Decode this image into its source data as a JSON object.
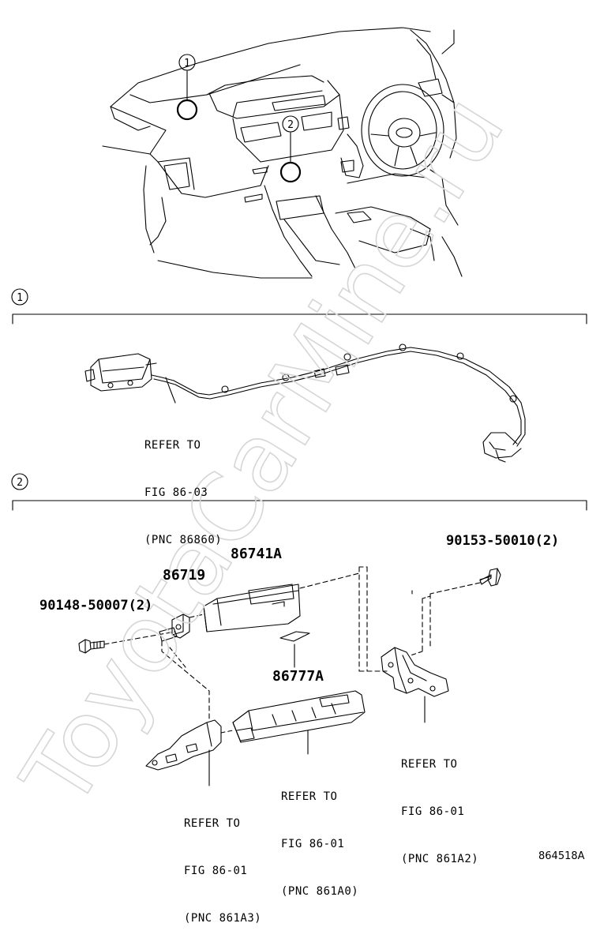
{
  "callouts": [
    "1",
    "2"
  ],
  "section_markers": [
    "1",
    "2"
  ],
  "parts": {
    "p86741A": "86741A",
    "p86719": "86719",
    "p90148": "90148-50007(2)",
    "p86777A": "86777A",
    "p90153": "90153-50010(2)"
  },
  "refs": {
    "wire": [
      "REFER TO",
      "FIG 86-03",
      "(PNC 86860)"
    ],
    "bracket_right": [
      "REFER TO",
      "FIG 86-01",
      "(PNC 861A2)"
    ],
    "unit": [
      "REFER TO",
      "FIG 86-01",
      "(PNC 861A0)"
    ],
    "bracket_left": [
      "REFER TO",
      "FIG 86-01",
      "(PNC 861A3)"
    ]
  },
  "watermark": "ToyotaCarMine.ru",
  "diagram_code": "864518A",
  "colors": {
    "line": "#000000",
    "watermark": "#d6d6d6",
    "background": "#ffffff"
  }
}
